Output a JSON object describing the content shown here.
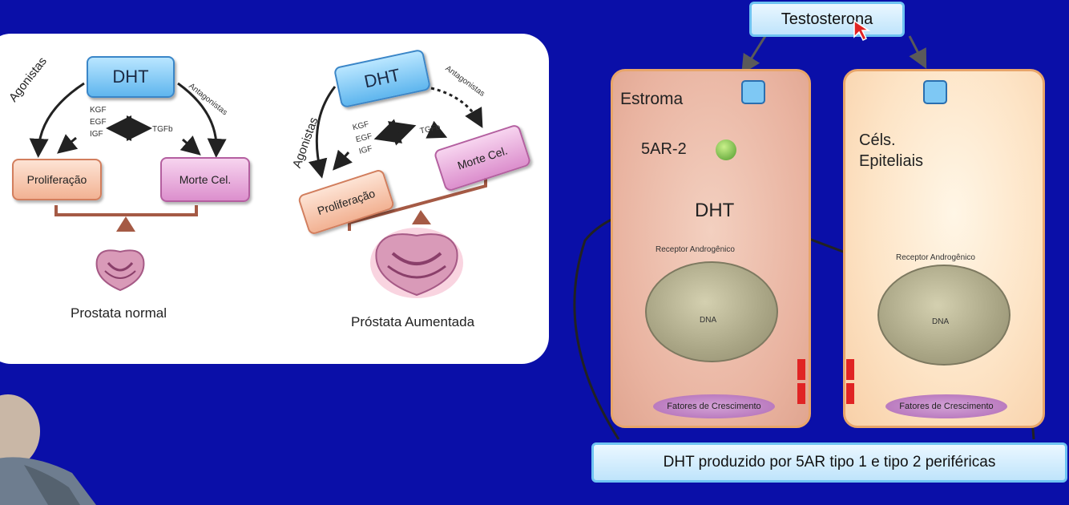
{
  "left_panel": {
    "normal": {
      "dht": "DHT",
      "agonistas": "Agonistas",
      "antagonistas": "Antagonistas",
      "growth_factors": [
        "KGF",
        "EGF",
        "IGF"
      ],
      "tgfb": "TGFb",
      "proliferacao": "Proliferação",
      "morte": "Morte Cel.",
      "caption": "Prostata normal"
    },
    "enlarged": {
      "dht": "DHT",
      "agonistas": "Agonistas",
      "antagonistas": "Antagonistas",
      "growth_factors": [
        "KGF",
        "EGF",
        "IGF"
      ],
      "tgfb": "TGFb",
      "proliferacao": "Proliferação",
      "morte": "Morte Cel.",
      "caption": "Próstata Aumentada"
    }
  },
  "right_panel": {
    "testosterona": "Testosterona",
    "estroma": {
      "label": "Estroma",
      "enzyme": "5AR-2",
      "dht": "DHT",
      "receptor": "Receptor Androgênico",
      "dna": "DNA",
      "fatores": "Fatores de Crescimento"
    },
    "epitelial": {
      "label_line1": "Céls.",
      "label_line2": "Epiteliais",
      "receptor": "Receptor Androgênico",
      "dna": "DNA",
      "fatores": "Fatores de Crescimento"
    },
    "footer": "DHT produzido por 5AR tipo 1 e tipo 2 periféricas"
  },
  "colors": {
    "background": "#0a0fa8",
    "dht_box": "#5fb6ee",
    "proliferacao": "#f2b293",
    "morte": "#dc8fcd",
    "cursor": "#e02424"
  }
}
